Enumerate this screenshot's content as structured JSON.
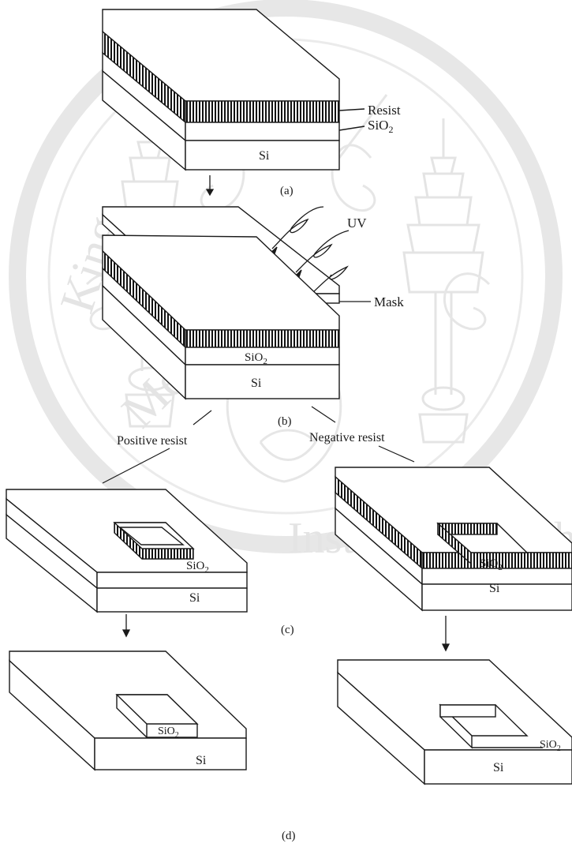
{
  "watermark": {
    "arc_text": "King Mongkut's Institute of Technology La",
    "description": "university seal watermark"
  },
  "stack": {
    "resist": "Resist",
    "oxide": "SiO",
    "oxide_sub": "2",
    "silicon": "Si",
    "step_a": "(a)"
  },
  "exposure": {
    "uv": "UV",
    "mask": "Mask",
    "oxide": "SiO",
    "oxide_sub": "2",
    "silicon": "Si",
    "step_b": "(b)"
  },
  "branches": {
    "positive": "Positive resist",
    "negative": "Negative resist"
  },
  "developed": {
    "left_oxide": "SiO",
    "left_oxide_sub": "2",
    "left_silicon": "Si",
    "right_oxide": "SiO",
    "right_oxide_sub": "2",
    "right_silicon": "Si",
    "step_c": "(c)"
  },
  "etched": {
    "left_oxide": "SiO",
    "left_oxide_sub": "2",
    "left_silicon": "Si",
    "right_oxide": "SiO",
    "right_oxide_sub": "2",
    "right_silicon": "Si",
    "step_d": "(d)"
  }
}
